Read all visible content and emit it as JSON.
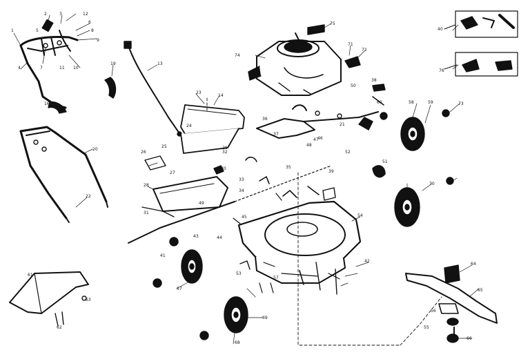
{
  "diagram": {
    "callouts": {
      "c1": "1",
      "c2": "2",
      "c3": "3",
      "c4": "4",
      "c5": "5",
      "c6": "6",
      "c7": "7",
      "c8": "8",
      "c9": "9",
      "c10": "10",
      "c11": "11",
      "c12": "12",
      "c13": "13",
      "c14": "14",
      "c16": "16",
      "c19": "19",
      "c20": "20",
      "c21": "21",
      "c22": "22",
      "c23": "23",
      "c24": "24",
      "c25": "25",
      "c26": "26",
      "c27": "27",
      "c28": "28",
      "c29": "29",
      "c30": "30",
      "c31": "31",
      "c32": "32",
      "c33": "33",
      "c34": "34",
      "c35": "35",
      "c36": "36",
      "c37": "37",
      "c38": "38",
      "c39": "39",
      "c40": "40",
      "c41": "41",
      "c42": "42",
      "c43": "43",
      "c44": "44",
      "c45": "45",
      "c46": "46",
      "c47": "47",
      "c48": "48",
      "c49": "49",
      "c50": "50",
      "c51": "51",
      "c52": "52",
      "c53": "53",
      "c54": "54",
      "c55": "55",
      "c56": "56",
      "c57": "57",
      "c58": "58",
      "c59": "59",
      "c60": "60",
      "c61": "61",
      "c62": "62",
      "c63": "63",
      "c64": "64",
      "c65": "65",
      "c66": "66",
      "c67": "67",
      "c68": "68",
      "c69": "69",
      "c70": "70",
      "c71": "71",
      "c72": "72",
      "c73": "73",
      "c74": "74",
      "c75": "75",
      "c76": "76"
    }
  }
}
